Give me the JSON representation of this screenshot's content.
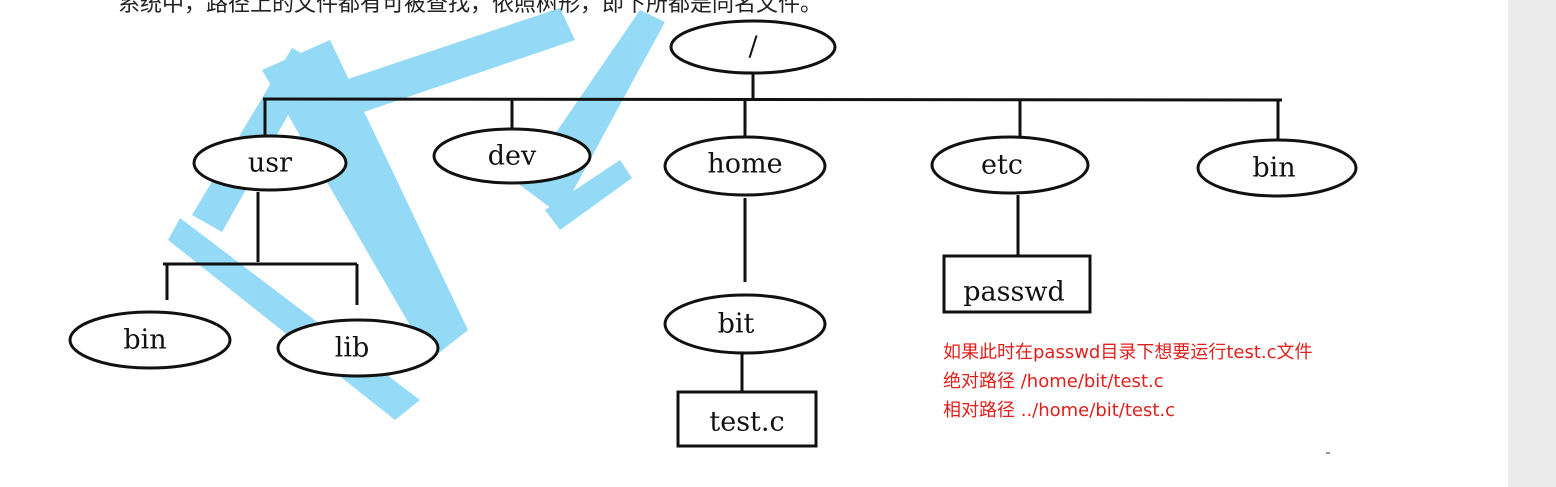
{
  "top_text": "系统中，路径上的文件都有可被查找，依照树形，即下所都是同名文件。",
  "tree": {
    "root": "/",
    "level1": [
      "usr",
      "dev",
      "home",
      "etc",
      "bin"
    ],
    "usr_children": [
      "bin",
      "lib"
    ],
    "home_children": [
      "bit"
    ],
    "bit_children": [
      "test.c"
    ],
    "etc_children": [
      "passwd"
    ]
  },
  "note": {
    "line1": "如果此时在passwd目录下想要运行test.c文件",
    "line2": "绝对路径 /home/bit/test.c",
    "line3": "相对路径 ../home/bit/test.c"
  },
  "colors": {
    "watermark": "#8fd8f5",
    "note": "#e0201c",
    "line": "#111111"
  }
}
